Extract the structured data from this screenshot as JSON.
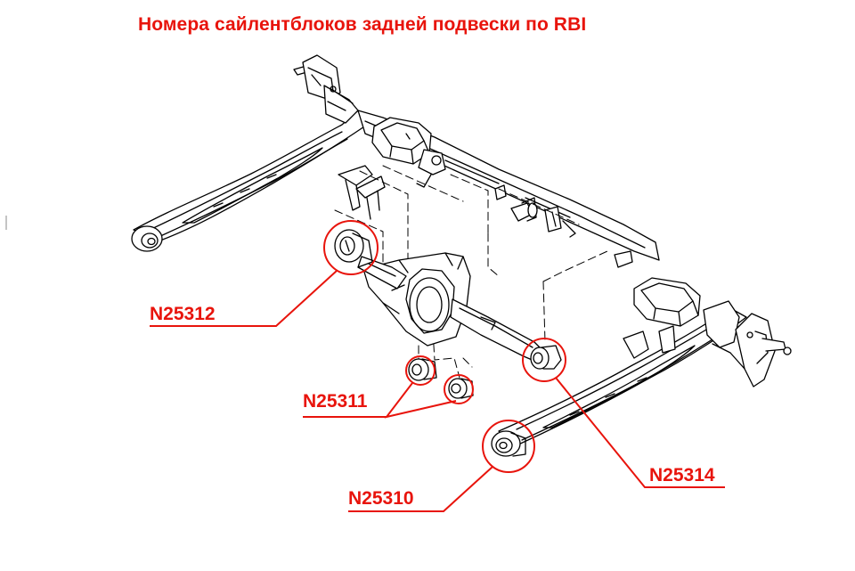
{
  "title": "Номера сайлентблоков задней подвески по RBI",
  "colors": {
    "accent": "#e8140c",
    "line": "#000000",
    "background": "#ffffff"
  },
  "callouts": [
    {
      "id": "n25312",
      "label": "N25312"
    },
    {
      "id": "n25311",
      "label": "N25311"
    },
    {
      "id": "n25310",
      "label": "N25310"
    },
    {
      "id": "n25314",
      "label": "N25314"
    }
  ]
}
